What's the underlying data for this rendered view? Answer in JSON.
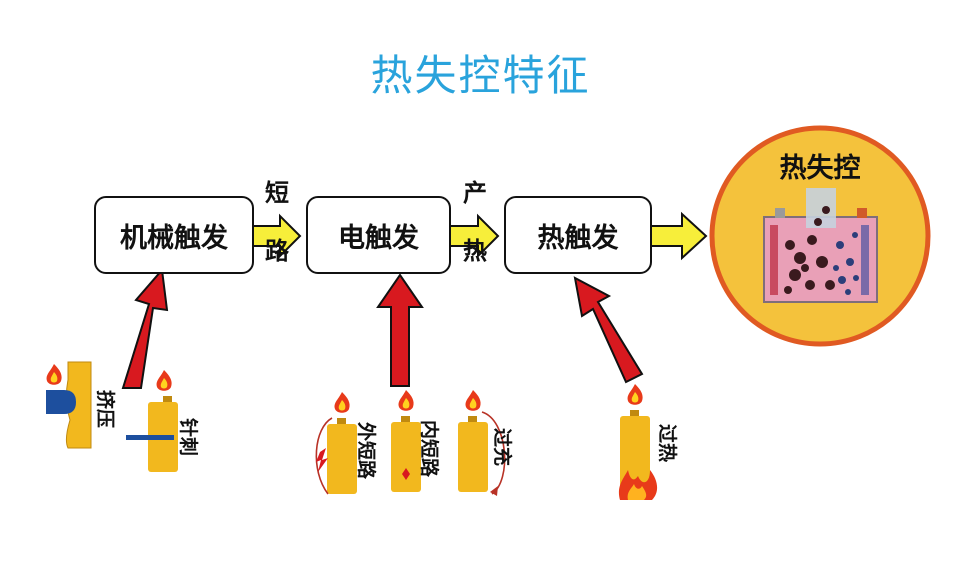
{
  "title": "热失控特征",
  "stages": [
    {
      "label": "机械触发"
    },
    {
      "label": "电触发"
    },
    {
      "label": "热触发"
    }
  ],
  "links": [
    {
      "label": "短路"
    },
    {
      "label": "产热"
    }
  ],
  "result": {
    "label": "热失控"
  },
  "triggers": {
    "mechanical": [
      "挤压",
      "针刺"
    ],
    "electrical": [
      "外短路",
      "内短路",
      "过充"
    ],
    "thermal": [
      "过热"
    ]
  },
  "colors": {
    "title": "#29a3dc",
    "red_arrow": "#d8191f",
    "yellow_arrow": "#f7ee3a",
    "battery": "#f2b81e",
    "result_circle": "#f4c23c"
  }
}
